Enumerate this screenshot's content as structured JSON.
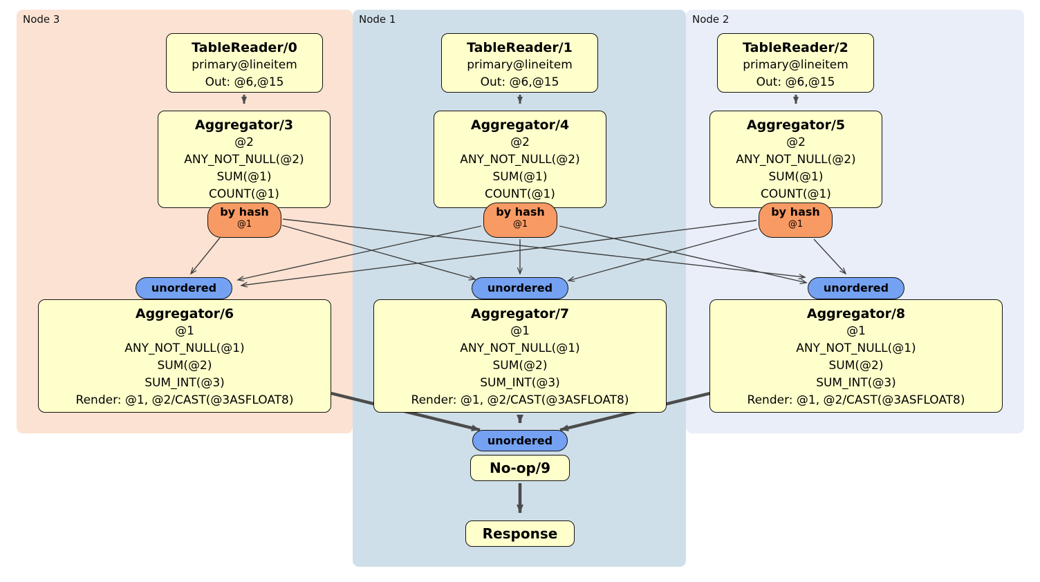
{
  "regions": [
    {
      "label": "Node 3",
      "color": "#fbe2d2"
    },
    {
      "label": "Node 1",
      "color": "#cfdfe9"
    },
    {
      "label": "Node 2",
      "color": "#e9eef8"
    }
  ],
  "colors": {
    "processor_fill": "#ffffcc",
    "hash_router_fill": "#f89a63",
    "sync_fill": "#74a1f2",
    "edge": "#4c4c4c",
    "border": "#111111"
  },
  "nodes": {
    "tr0": {
      "title": "TableReader/0",
      "lines": [
        "primary@lineitem",
        "Out: @6,@15"
      ]
    },
    "tr1": {
      "title": "TableReader/1",
      "lines": [
        "primary@lineitem",
        "Out: @6,@15"
      ]
    },
    "tr2": {
      "title": "TableReader/2",
      "lines": [
        "primary@lineitem",
        "Out: @6,@15"
      ]
    },
    "agg3": {
      "title": "Aggregator/3",
      "lines": [
        "@2",
        "ANY_NOT_NULL(@2)",
        "SUM(@1)",
        "COUNT(@1)"
      ]
    },
    "agg4": {
      "title": "Aggregator/4",
      "lines": [
        "@2",
        "ANY_NOT_NULL(@2)",
        "SUM(@1)",
        "COUNT(@1)"
      ]
    },
    "agg5": {
      "title": "Aggregator/5",
      "lines": [
        "@2",
        "ANY_NOT_NULL(@2)",
        "SUM(@1)",
        "COUNT(@1)"
      ]
    },
    "agg6": {
      "title": "Aggregator/6",
      "lines": [
        "@1",
        "ANY_NOT_NULL(@1)",
        "SUM(@2)",
        "SUM_INT(@3)",
        "Render: @1, @2/CAST(@3ASFLOAT8)"
      ]
    },
    "agg7": {
      "title": "Aggregator/7",
      "lines": [
        "@1",
        "ANY_NOT_NULL(@1)",
        "SUM(@2)",
        "SUM_INT(@3)",
        "Render: @1, @2/CAST(@3ASFLOAT8)"
      ]
    },
    "agg8": {
      "title": "Aggregator/8",
      "lines": [
        "@1",
        "ANY_NOT_NULL(@1)",
        "SUM(@2)",
        "SUM_INT(@3)",
        "Render: @1, @2/CAST(@3ASFLOAT8)"
      ]
    },
    "noop": {
      "title": "No-op/9"
    },
    "response": {
      "title": "Response"
    }
  },
  "routers": {
    "hash3": {
      "label": "by hash",
      "sub": "@1"
    },
    "hash4": {
      "label": "by hash",
      "sub": "@1"
    },
    "hash5": {
      "label": "by hash",
      "sub": "@1"
    }
  },
  "syncs": {
    "un6": {
      "label": "unordered"
    },
    "un7": {
      "label": "unordered"
    },
    "un8": {
      "label": "unordered"
    },
    "un9": {
      "label": "unordered"
    }
  }
}
